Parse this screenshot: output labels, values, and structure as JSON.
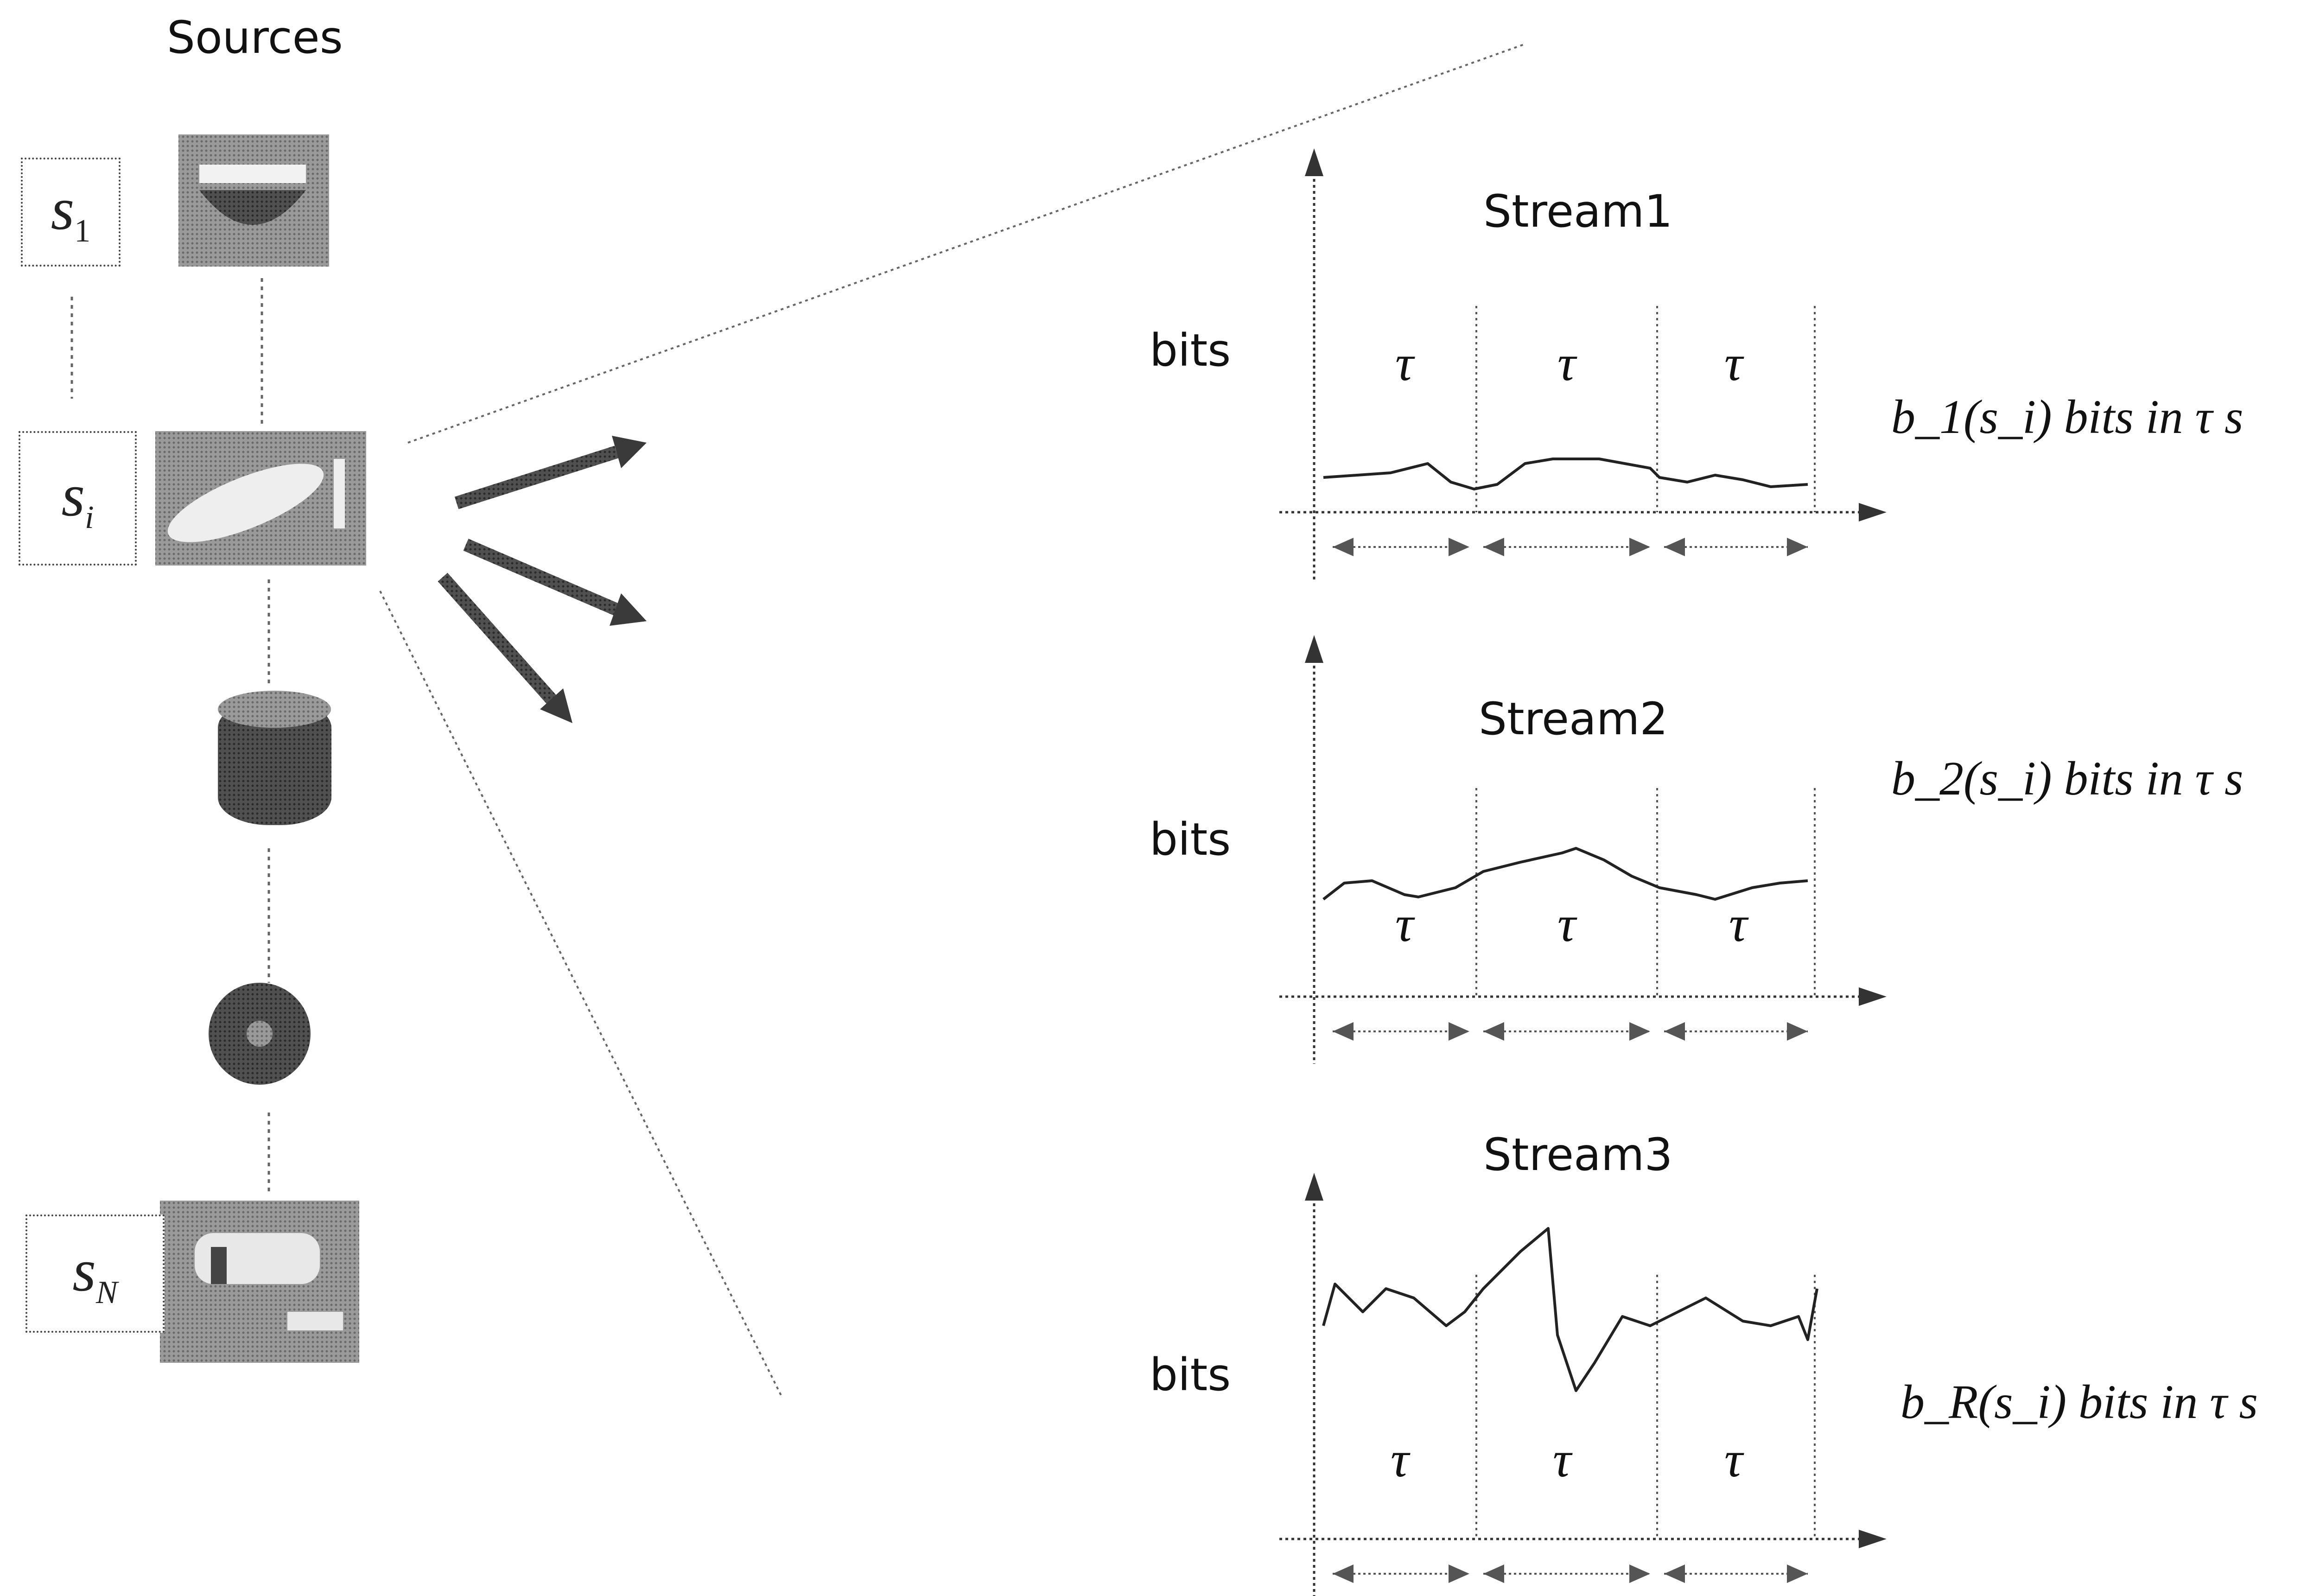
{
  "header": {
    "title": "Sources"
  },
  "sources": {
    "labels": [
      "s_1",
      "s_i",
      "s_N"
    ],
    "icons": [
      "camera-dome-icon",
      "camera-bullet-icon",
      "database-icon",
      "disc-icon",
      "camera-box-icon"
    ]
  },
  "streams": [
    {
      "title": "Stream1",
      "ylabel": "bits",
      "interval": "τ",
      "annotation": "b_1(s_i) bits in τ s"
    },
    {
      "title": "Stream2",
      "ylabel": "bits",
      "interval": "τ",
      "annotation": "b_2(s_i) bits in τ s"
    },
    {
      "title": "Stream3",
      "ylabel": "bits",
      "interval": "τ",
      "annotation": "b_R(s_i) bits in τ s"
    }
  ],
  "colors": {
    "line": "#222222",
    "icon_fill": "#8a8a8a",
    "icon_dark": "#3a3a3a"
  }
}
